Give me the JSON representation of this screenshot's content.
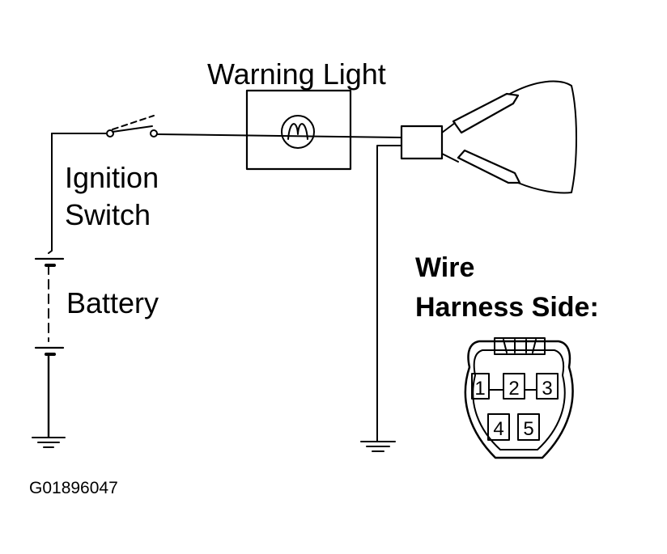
{
  "labels": {
    "warning_light": "Warning Light",
    "ignition_line1": "Ignition",
    "ignition_line2": "Switch",
    "battery": "Battery",
    "harness_line1": "Wire",
    "harness_line2": "Harness Side:",
    "figure_code": "G01896047"
  },
  "connector_pins": [
    "1",
    "2",
    "3",
    "4",
    "5"
  ],
  "colors": {
    "ink": "#000000",
    "paper": "#ffffff"
  }
}
